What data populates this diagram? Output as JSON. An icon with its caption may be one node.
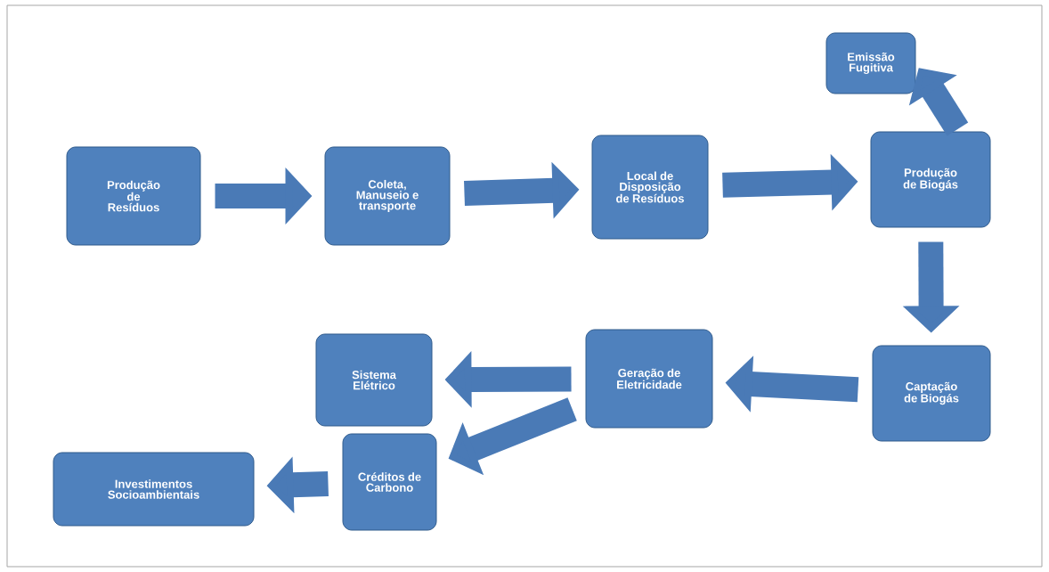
{
  "diagram": {
    "nodes": [
      {
        "text": [
          "Produção de Resíduos"
        ]
      },
      {
        "text": [
          "Coleta, Manuseio e transporte"
        ]
      },
      {
        "text": [
          "Local de Disposição de Resíduos"
        ]
      },
      {
        "text": [
          "Produção de Biogás"
        ]
      },
      {
        "text": [
          "Emissão Fugitiva"
        ]
      },
      {
        "text": [
          "Captação de Biogás"
        ]
      },
      {
        "text": [
          "Geração de Eletricidade"
        ]
      },
      {
        "text": [
          "Sistema Elétrico"
        ]
      },
      {
        "text": [
          "Créditos de Carbono"
        ]
      },
      {
        "text": [
          "Investimentos Socioambientais"
        ]
      }
    ],
    "edges": [
      {
        "from": 0,
        "to": 1,
        "arrow": "to"
      },
      {
        "from": 1,
        "to": 2,
        "arrow": "to"
      },
      {
        "from": 2,
        "to": 3,
        "arrow": "to"
      },
      {
        "from": 3,
        "to": 4,
        "arrow": "to"
      },
      {
        "from": 3,
        "to": 5,
        "arrow": "to"
      },
      {
        "from": 5,
        "to": 6,
        "arrow": "to"
      },
      {
        "from": 6,
        "to": 7,
        "arrow": "to"
      },
      {
        "from": 6,
        "to": 8,
        "arrow": "to"
      },
      {
        "from": 8,
        "to": 9,
        "arrow": "to"
      }
    ]
  }
}
